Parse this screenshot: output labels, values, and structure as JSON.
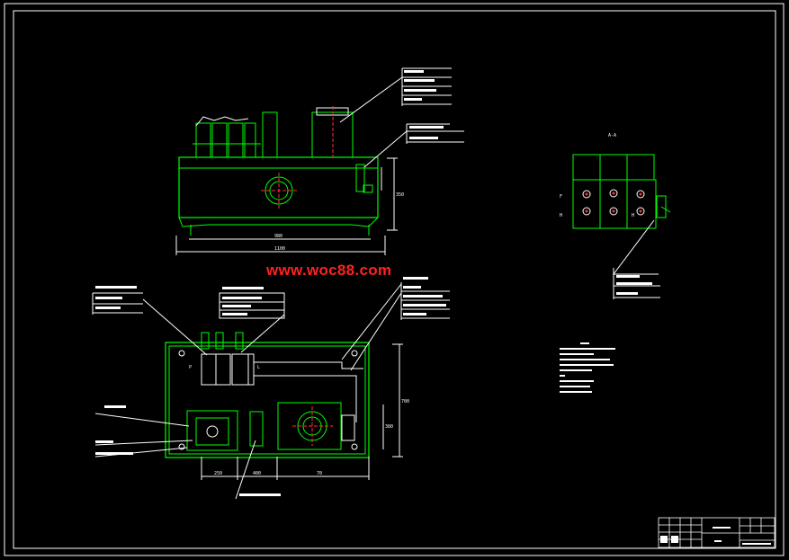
{
  "watermark": "www.woc88.com",
  "colors": {
    "background": "#000000",
    "line": "#ffffff",
    "geometry": "#00ff00",
    "center": "#ff3333",
    "dim": "#ffffff",
    "watermark": "#ff2222"
  },
  "dimensions": {
    "front_width": "1100",
    "front_inner": "980",
    "front_height": "350",
    "plan_a": "250",
    "plan_b": "400",
    "plan_c": "70",
    "plan_height": "700",
    "plan_right": "380"
  },
  "view_labels": {
    "side_view": "A-A",
    "side_h_left": "H",
    "side_h_right": "H",
    "side_f": "F",
    "plan_p": "P",
    "plan_l": "L"
  }
}
